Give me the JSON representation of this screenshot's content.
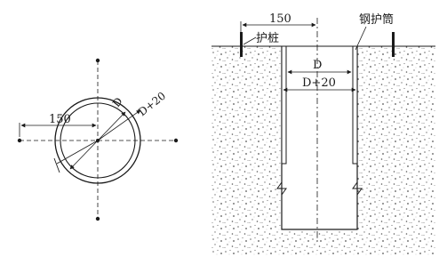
{
  "plan_view": {
    "dim_150": "150",
    "dim_D": "D",
    "dim_D20": "D+20"
  },
  "section_view": {
    "dim_150": "150",
    "label_pile_guard": "护桩",
    "label_steel_casing": "钢护筒",
    "dim_D": "D",
    "dim_D20": "D+20"
  },
  "colors": {
    "line": "#1a1a1a",
    "soil_dot": "#6b6b6b"
  }
}
